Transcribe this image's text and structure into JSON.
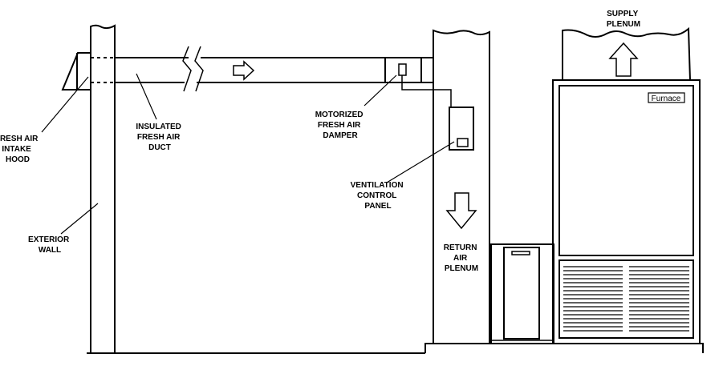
{
  "labels": {
    "fresh_air_intake_hood": [
      "FRESH AIR",
      "INTAKE",
      "HOOD"
    ],
    "exterior_wall": [
      "EXTERIOR",
      "WALL"
    ],
    "insulated_fresh_air_duct": [
      "INSULATED",
      "FRESH AIR",
      "DUCT"
    ],
    "motorized_fresh_air_damper": [
      "MOTORIZED",
      "FRESH AIR",
      "DAMPER"
    ],
    "ventilation_control_panel": [
      "VENTILATION",
      "CONTROL",
      "PANEL"
    ],
    "return_air_plenum": [
      "RETURN",
      "AIR",
      "PLENUM"
    ],
    "supply_plenum": [
      "SUPPLY",
      "PLENUM"
    ],
    "furnace_badge": "Furnace"
  },
  "colors": {
    "line": "#000000",
    "background": "#ffffff"
  }
}
